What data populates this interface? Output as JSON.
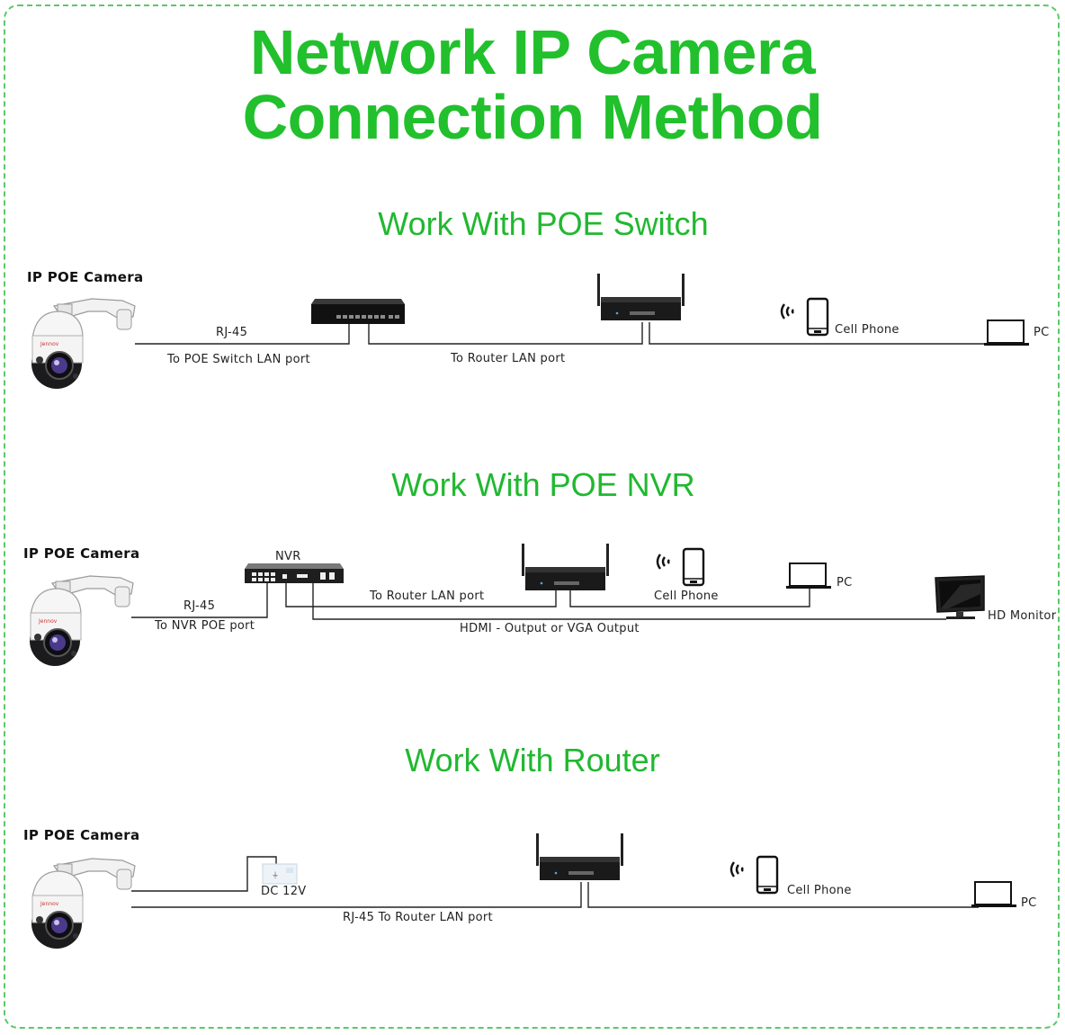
{
  "title": {
    "line1": "Network IP Camera",
    "line2": "Connection Method"
  },
  "sections": [
    {
      "heading": "Work With POE Switch",
      "camera_label": "IP POE Camera",
      "cable_label": "RJ-45",
      "cable_sublabel": "To POE Switch LAN port",
      "router_link_label": "To Router LAN port",
      "phone_label": "Cell Phone",
      "pc_label": "PC"
    },
    {
      "heading": "Work With POE NVR",
      "camera_label": "IP POE Camera",
      "nvr_label": "NVR",
      "cable_label": "RJ-45",
      "cable_sublabel": "To NVR POE port",
      "router_link_label": "To Router LAN port",
      "phone_label": "Cell Phone",
      "pc_label": "PC",
      "monitor_link_label": "HDMI - Output or VGA Output",
      "monitor_label": "HD Monitor"
    },
    {
      "heading": "Work With Router",
      "camera_label": "IP POE Camera",
      "power_label": "DC 12V",
      "cable_label": "RJ-45 To Router LAN port",
      "phone_label": "Cell Phone",
      "pc_label": "PC"
    }
  ],
  "colors": {
    "accent_green": "#21c02c",
    "frame_dash": "#5cc86a",
    "line": "#222222"
  },
  "icons": [
    "ptz-camera-icon",
    "poe-switch-icon",
    "nvr-icon",
    "router-icon",
    "wifi-signal-icon",
    "cell-phone-icon",
    "laptop-icon",
    "monitor-icon",
    "power-adapter-icon"
  ]
}
